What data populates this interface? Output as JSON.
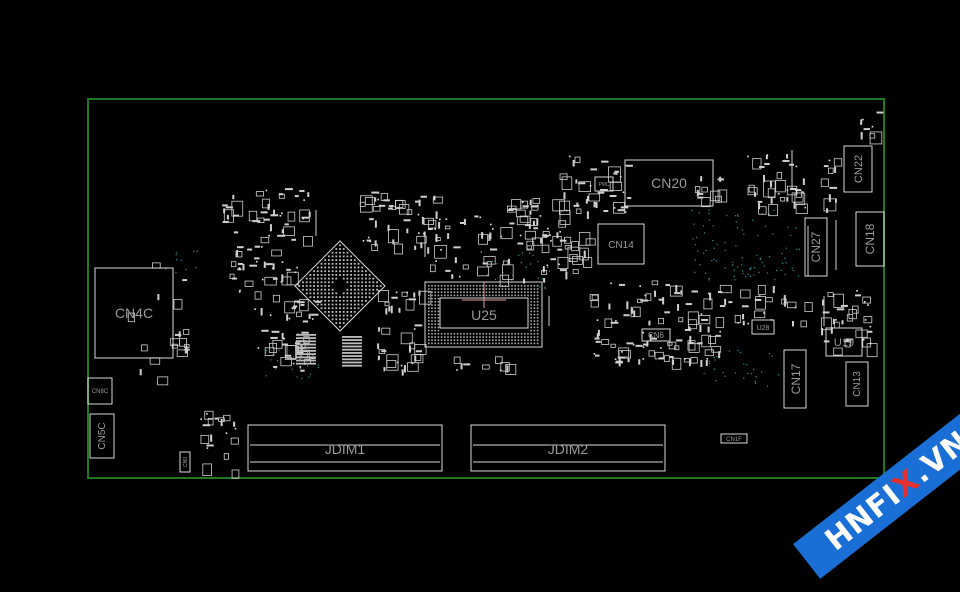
{
  "board": {
    "outline_color": "#1f7a1f",
    "background": "#000000",
    "silk_color": "#d8d8d8",
    "label_color": "#9a9a9a"
  },
  "components": {
    "cn20": "CN20",
    "cn14": "CN14",
    "cn22": "CN22",
    "cn18": "CN18",
    "cn27": "CN27",
    "cn4c": "CN4C",
    "u25": "U25",
    "cn6": "CN6",
    "u28": "U28",
    "u19": "U19",
    "cn17": "CN17",
    "cn13": "CN13",
    "cn8c": "CN8C",
    "cn5c": "CN5C",
    "jdim1": "JDIM1",
    "jdim2": "JDIM2",
    "cn1f": "CN1F",
    "pmc": "PMC",
    "cn9": "CN9"
  },
  "watermark": {
    "prefix": "HNFI",
    "x": "X",
    "suffix": ".VN",
    "banner_color": "#1a6fd6",
    "accent_color": "#e53030"
  }
}
